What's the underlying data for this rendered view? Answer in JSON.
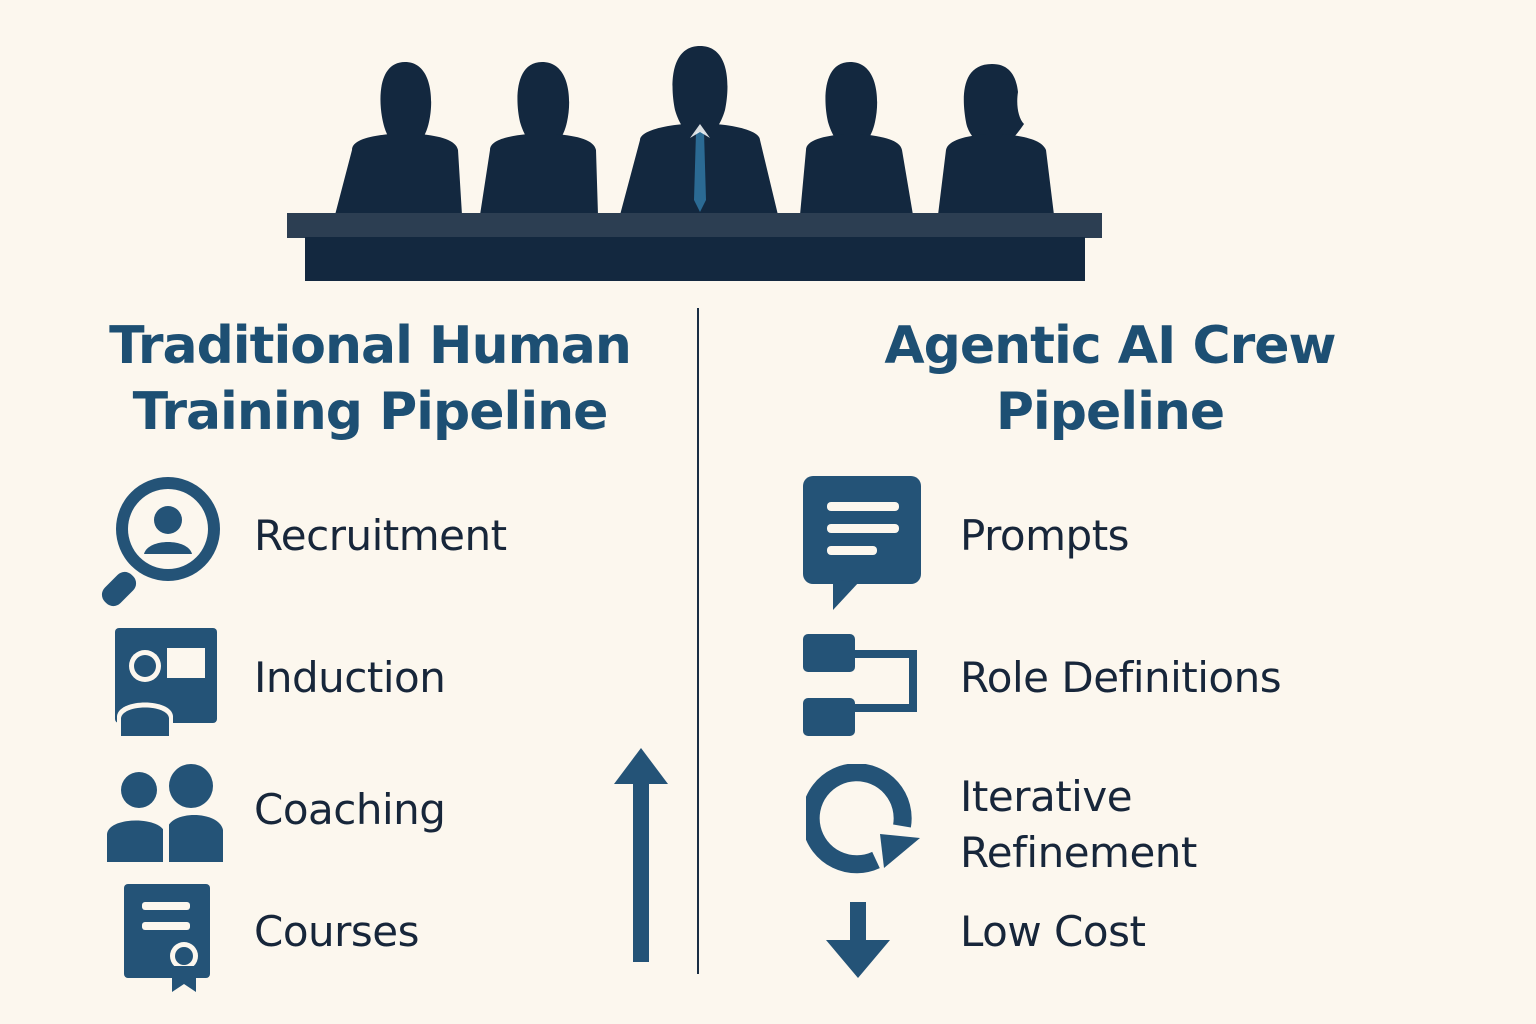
{
  "left_column": {
    "heading_line1": "Traditional Human",
    "heading_line2": "Training Pipeline",
    "items": [
      {
        "label": "Recruitment",
        "icon": "magnifier-person-icon"
      },
      {
        "label": "Induction",
        "icon": "presentation-person-icon"
      },
      {
        "label": "Coaching",
        "icon": "two-people-icon"
      },
      {
        "label": "Courses",
        "icon": "certificate-icon"
      }
    ],
    "trend_icon": "arrow-up-icon"
  },
  "right_column": {
    "heading_line1": "Agentic AI Crew",
    "heading_line2": "Pipeline",
    "items": [
      {
        "label": "Prompts",
        "icon": "speech-bubble-icon"
      },
      {
        "label": "Role Definitions",
        "icon": "flowchart-icon"
      },
      {
        "label": "Iterative Refinement",
        "icon": "refresh-cycle-icon"
      },
      {
        "label": "Low Cost",
        "icon": "arrow-down-icon"
      }
    ]
  },
  "colors": {
    "background": "#fcf7ee",
    "heading": "#1d4f73",
    "icon": "#245377",
    "silhouette": "#13283f",
    "text": "#17263a"
  }
}
